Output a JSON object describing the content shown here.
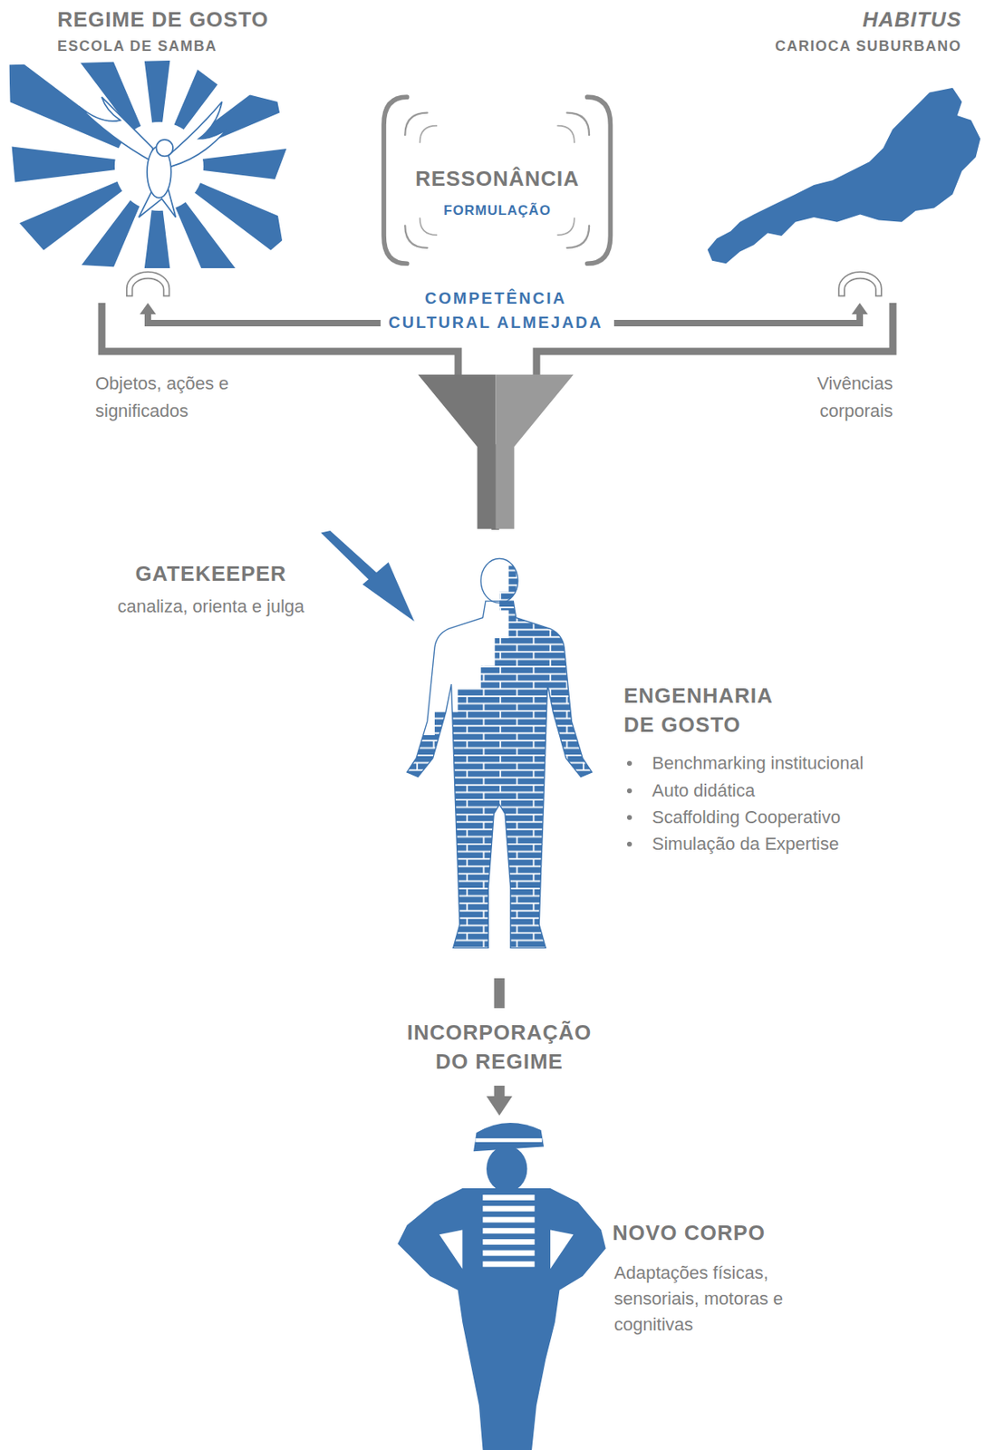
{
  "diagram": {
    "nodes": [
      {
        "text": [
          "REGIME DE GOSTO",
          "ESCOLA DE SAMBA"
        ]
      },
      {
        "text": [
          "RESSONÂNCIA",
          "FORMULAÇÃO"
        ]
      },
      {
        "text": [
          "HABITUS",
          "CARIOCA SUBURBANO"
        ]
      },
      {
        "text": [
          "COMPETÊNCIA CULTURAL ALMEJADA"
        ]
      },
      {
        "text": [
          "ENGENHARIA DE GOSTO",
          "Benchmarking institucional",
          "Auto didática",
          "Scaffolding Cooperativo",
          "Simulação da Expertise"
        ]
      },
      {
        "text": [
          "NOVO CORPO",
          "Adaptações físicas, sensoriais, motoras e cognitivas"
        ]
      }
    ],
    "edges": [
      {
        "from": 3,
        "to": 0,
        "arrow": "to"
      },
      {
        "from": 3,
        "to": 2,
        "arrow": "to"
      },
      {
        "from": 0,
        "to": 4,
        "label": "Objetos, ações e significados",
        "arrow": "none"
      },
      {
        "from": 2,
        "to": 4,
        "label": "Vivências corporais",
        "arrow": "none"
      },
      {
        "from": 4,
        "to": 5,
        "label": "INCORPORAÇÃO DO REGIME",
        "arrow": "to"
      }
    ],
    "labels": [
      "GATEKEEPER",
      "canaliza, orienta e julga"
    ]
  }
}
